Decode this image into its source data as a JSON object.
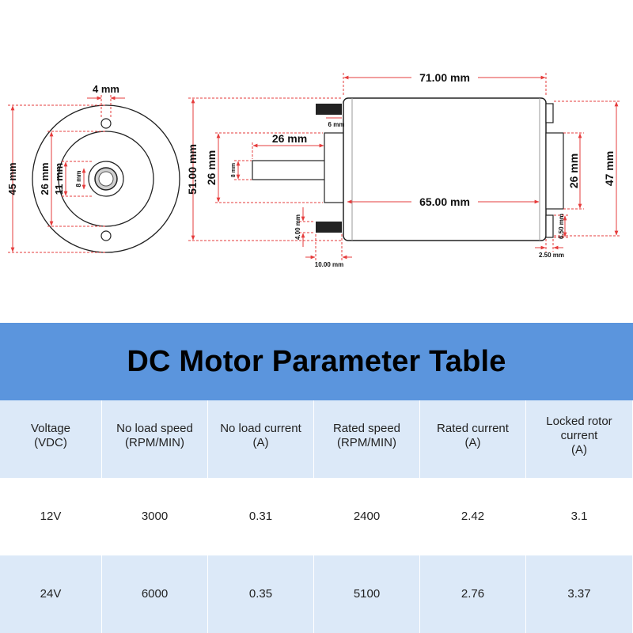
{
  "drawing": {
    "front_view": {
      "hole_offset_label": "4 mm",
      "diameter_label": "45 mm",
      "boss_label": "26 mm",
      "inner_label": "11 mm",
      "shaft_label": "8 mm"
    },
    "side_view": {
      "overall_length_label": "71.00 mm",
      "body_length_label": "65.00 mm",
      "shaft_length_label": "26 mm",
      "flange_height_label": "51.00 mm",
      "front_boss_label": "26 mm",
      "shaft_diameter_label": "8 mm",
      "pin_label": "6 mm",
      "terminal_height_label": "4.00 mm",
      "terminal_width_label": "10.00 mm",
      "rear_boss_label": "26 mm",
      "body_diameter_label": "47 mm",
      "rear_offset_label": "6.50 mm",
      "rear_gap_label": "2.50 mm"
    }
  },
  "table": {
    "title": "DC Motor Parameter Table",
    "header_color": "#5b95dd",
    "headers": [
      "Voltage\n(VDC)",
      "No load speed\n(RPM/MIN)",
      "No load current\n(A)",
      "Rated speed\n(RPM/MIN)",
      "Rated current\n(A)",
      "Locked rotor\ncurrent\n(A)"
    ],
    "rows": [
      [
        "12V",
        "3000",
        "0.31",
        "2400",
        "2.42",
        "3.1"
      ],
      [
        "24V",
        "6000",
        "0.35",
        "5100",
        "2.76",
        "3.37"
      ]
    ]
  }
}
